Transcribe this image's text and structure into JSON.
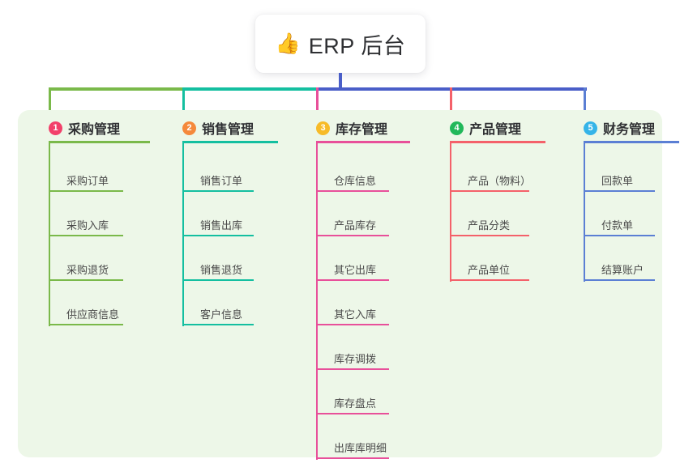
{
  "title": {
    "icon": "thumbs-up-icon",
    "icon_glyph": "👍",
    "text": "ERP 后台"
  },
  "theme": {
    "page_background": "#ffffff",
    "panel_background": "#edf7e8",
    "card_background": "#ffffff",
    "title_text_color": "#2f3033",
    "stem_color": "#4a5ec8"
  },
  "connector": {
    "segments": [
      {
        "name": "green-segment",
        "color": "#7ab94a"
      },
      {
        "name": "teal-segment",
        "color": "#14bfa0"
      },
      {
        "name": "blue-segment",
        "color": "#4a5ec8"
      }
    ]
  },
  "columns": [
    {
      "number": "1",
      "title": "采购管理",
      "badge_color": "#f2406a",
      "line_color": "#7ab94a",
      "items": [
        "采购订单",
        "采购入库",
        "采购退货",
        "供应商信息"
      ]
    },
    {
      "number": "2",
      "title": "销售管理",
      "badge_color": "#f5893b",
      "line_color": "#14bfa0",
      "items": [
        "销售订单",
        "销售出库",
        "销售退货",
        "客户信息"
      ]
    },
    {
      "number": "3",
      "title": "库存管理",
      "badge_color": "#f7bb28",
      "line_color": "#e8509a",
      "items": [
        "仓库信息",
        "产品库存",
        "其它出库",
        "其它入库",
        "库存调拨",
        "库存盘点",
        "出库库明细"
      ]
    },
    {
      "number": "4",
      "title": "产品管理",
      "badge_color": "#21b85a",
      "line_color": "#f4616a",
      "items": [
        "产品（物料）",
        "产品分类",
        "产品单位"
      ]
    },
    {
      "number": "5",
      "title": "财务管理",
      "badge_color": "#35b4e8",
      "line_color": "#5b7fd4",
      "items": [
        "回款单",
        "付款单",
        "结算账户"
      ]
    }
  ]
}
